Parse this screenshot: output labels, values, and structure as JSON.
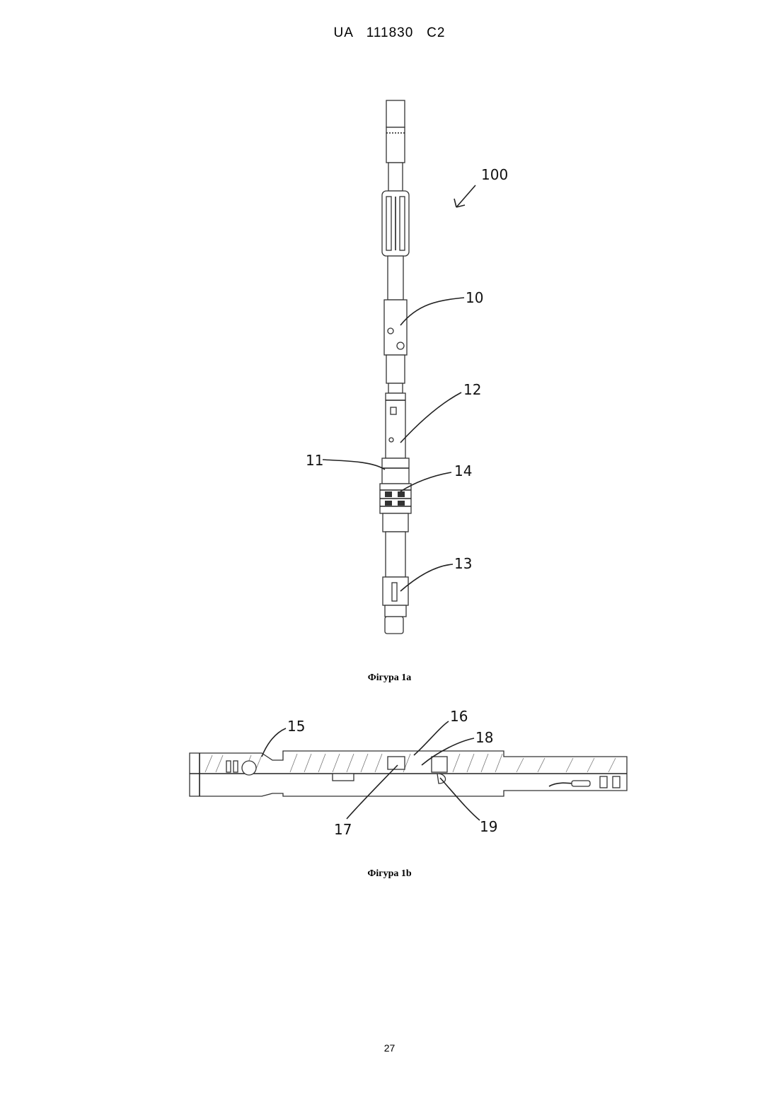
{
  "header": {
    "country": "UA",
    "number": "111830",
    "kind": "C2"
  },
  "figures": [
    {
      "caption": "Фігура 1a",
      "reference_labels": [
        "100",
        "10",
        "12",
        "11",
        "14",
        "13"
      ]
    },
    {
      "caption": "Фігура 1b",
      "reference_labels": [
        "15",
        "16",
        "18",
        "17",
        "19"
      ]
    }
  ],
  "page_number": "27"
}
